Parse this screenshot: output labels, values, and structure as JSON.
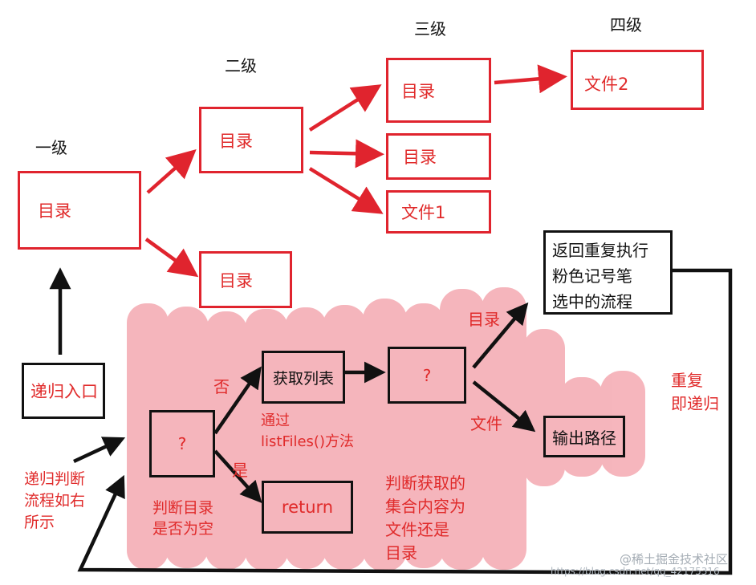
{
  "levels": {
    "l1": "一级",
    "l2": "二级",
    "l3": "三级",
    "l4": "四级"
  },
  "tree": {
    "root": "目录",
    "l2a": "目录",
    "l2b": "目录",
    "l3a": "目录",
    "l3b": "目录",
    "l3c": "文件1",
    "l4a": "文件2"
  },
  "flow": {
    "entry": "递归入口",
    "decision1": "?",
    "no_label": "否",
    "yes_label": "是",
    "get_list": "获取列表",
    "via_method": "通过\nlistFiles()方法",
    "return": "return",
    "judge_empty": "判断目录\n是否为空",
    "decision2": "?",
    "dir_label": "目录",
    "file_label": "文件",
    "judge_content": "判断获取的\n集合内容为\n文件还是\n目录",
    "output_path": "输出路径",
    "repeat_note": "返回重复执行\n粉色记号笔\n选中的流程",
    "repeat_recursion": "重复\n即递归",
    "flow_note": "递归判断\n流程如右\n所示"
  },
  "watermark": {
    "site": "@稀土掘金技术社区",
    "url": "https://blog.csdn.net/qq_42175316"
  },
  "colors": {
    "red": "#e0242e",
    "pink": "#f4a9b1",
    "black": "#111111"
  }
}
